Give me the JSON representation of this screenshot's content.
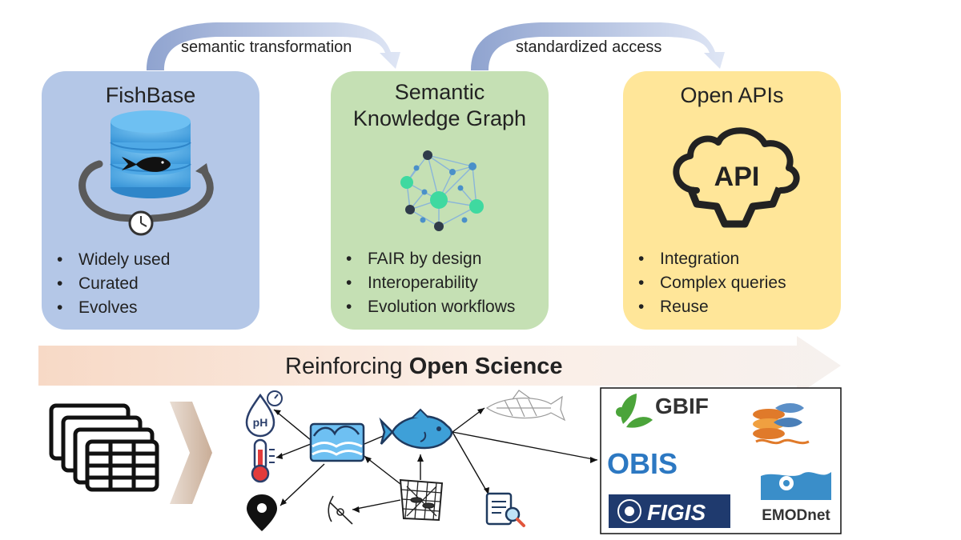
{
  "arrows": {
    "left_label": "semantic transformation",
    "right_label": "standardized access"
  },
  "cards": [
    {
      "title": "FishBase",
      "bullets": [
        "Widely used",
        "Curated",
        "Evolves"
      ],
      "color": "#b4c7e7"
    },
    {
      "title": "Semantic\nKnowledge Graph",
      "title_line1": "Semantic",
      "title_line2": "Knowledge Graph",
      "bullets": [
        "FAIR by design",
        "Interoperability",
        "Evolution workflows"
      ],
      "color": "#c5e0b4"
    },
    {
      "title": "Open APIs",
      "bullets": [
        "Integration",
        "Complex queries",
        "Reuse"
      ],
      "color": "#ffe699"
    }
  ],
  "icons": {
    "database": "database-fish-icon",
    "graph": "knowledge-graph-icon",
    "api": "api-cloud-gear-icon",
    "api_text": "API"
  },
  "banner": {
    "text_plain": "Reinforcing",
    "text_bold": "Open Science"
  },
  "bottom": {
    "ph_label": "pH",
    "logos": {
      "gbif": "GBIF",
      "obis": "OBIS",
      "figis": "FIGIS",
      "emodnet": "EMODnet"
    }
  }
}
